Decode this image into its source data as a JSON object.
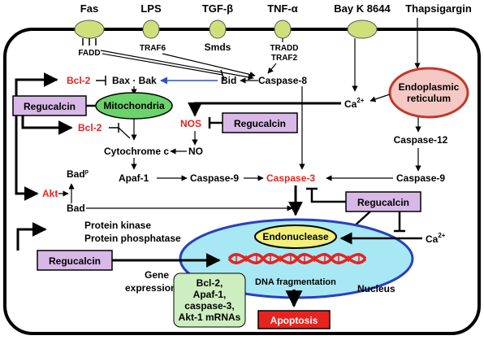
{
  "colors": {
    "cell_border": "#000000",
    "receptor_fill": "#cfe07a",
    "regucalcin_fill": "#d8b8e6",
    "mito_fill": "#6ad36a",
    "er_fill": "#f5c8c4",
    "er_border": "#c0392b",
    "nucleus_fill": "#a8e8f4",
    "nucleus_border": "#2a3fbf",
    "endonuclease_fill": "#f2f07a",
    "mrna_box_fill": "#cdeec0",
    "apoptosis_fill": "#e8231f",
    "highlight_red": "#e8231f",
    "blue_arrow": "#3050c8"
  },
  "receptors": {
    "fas": "Fas",
    "lps": "LPS",
    "tgfb": "TGF-β",
    "tnfa": "TNF-α",
    "bayk": "Bay K 8644",
    "thapsigargin": "Thapsigargin"
  },
  "adaptors": {
    "fadd": "FADD",
    "traf6": "TRAF6",
    "smds": "Smds",
    "tradd": "TRADD",
    "traf2": "TRAF2"
  },
  "nodes": {
    "bcl2_top": "Bcl-2",
    "bax_bak": "Bax · Bak",
    "bid": "Bid",
    "caspase8": "Caspase-8",
    "mitochondria": "Mitochondria",
    "er_line1": "Endoplasmic",
    "er_line2": "reticulum",
    "ca_cyto": "Ca",
    "ca_cyto_sup": "2+",
    "nos": "NOS",
    "bcl2_mid": "Bcl-2",
    "cytochrome_c": "Cytochrome c",
    "no": "NO",
    "caspase12": "Caspase-12",
    "apaf1": "Apaf-1",
    "caspase9_mid": "Caspase-9",
    "caspase3": "Caspase-3",
    "caspase9_right": "Caspase-9",
    "badp": "Bad",
    "badp_sup": "p",
    "akt": "Akt",
    "bad": "Bad",
    "protein_kinase": "Protein kinase",
    "protein_phosphatase": "Protein phosphatase",
    "endonuclease": "Endonuclease",
    "ca_nuc": "Ca",
    "ca_nuc_sup": "2+",
    "gene": "Gene",
    "expression": "expression",
    "dna_frag": "DNA fragmentation",
    "nucleus": "Nucleus",
    "apoptosis": "Apoptosis"
  },
  "regucalcin": {
    "left": "Regucalcin",
    "center": "Regucalcin",
    "right": "Regucalcin",
    "bottom": "Regucalcin"
  },
  "mrna_box": [
    "Bcl-2,",
    "Apaf-1,",
    "caspase-3,",
    "Akt-1 mRNAs"
  ]
}
